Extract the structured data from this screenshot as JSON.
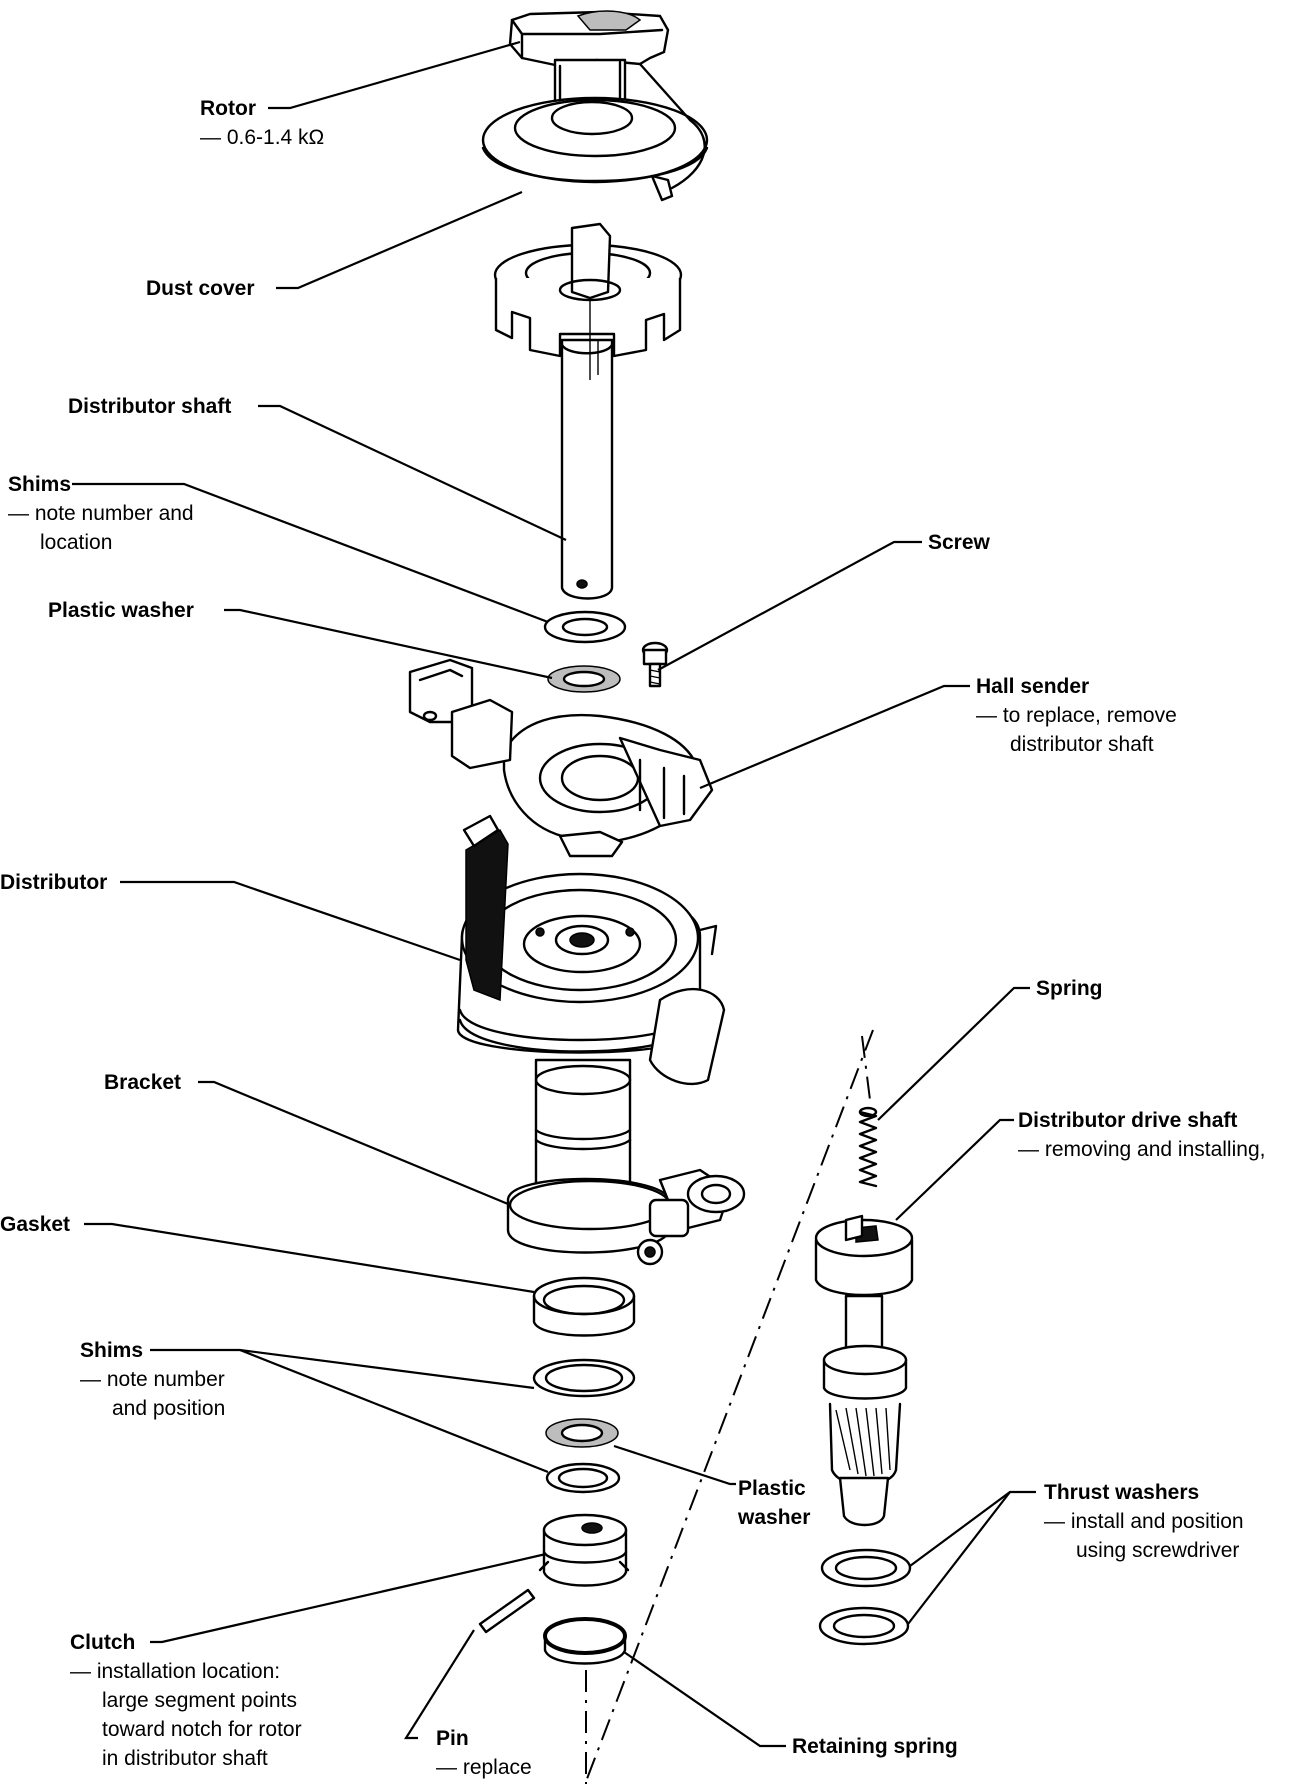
{
  "labels": {
    "rotor": {
      "title": "Rotor",
      "note": "— 0.6-1.4 kΩ"
    },
    "dust_cover": {
      "title": "Dust cover"
    },
    "distributor_shaft": {
      "title": "Distributor shaft"
    },
    "shims_top": {
      "title": "Shims",
      "note_1": "— note number and",
      "note_2": "location"
    },
    "plastic_washer_top": {
      "title": "Plastic washer"
    },
    "screw": {
      "title": "Screw"
    },
    "hall_sender": {
      "title": "Hall sender",
      "note_1": "— to replace, remove",
      "note_2": "distributor shaft"
    },
    "distributor": {
      "title": "Distributor"
    },
    "spring": {
      "title": "Spring"
    },
    "bracket": {
      "title": "Bracket"
    },
    "distributor_drive_shaft": {
      "title": "Distributor drive shaft",
      "note": "— removing and installing,"
    },
    "gasket": {
      "title": "Gasket"
    },
    "shims_bottom": {
      "title": "Shims",
      "note_1": "— note number",
      "note_2": "and position"
    },
    "plastic_washer_bottom": {
      "title_1": "Plastic",
      "title_2": "washer"
    },
    "thrust_washers": {
      "title": "Thrust washers",
      "note_1": "— install and position",
      "note_2": "using screwdriver"
    },
    "clutch": {
      "title": "Clutch",
      "note_1": "— installation location:",
      "note_2": "large segment points",
      "note_3": "toward notch for rotor",
      "note_4": "in distributor shaft"
    },
    "pin": {
      "title": "Pin",
      "note": "— replace"
    },
    "retaining_spring": {
      "title": "Retaining spring"
    }
  }
}
